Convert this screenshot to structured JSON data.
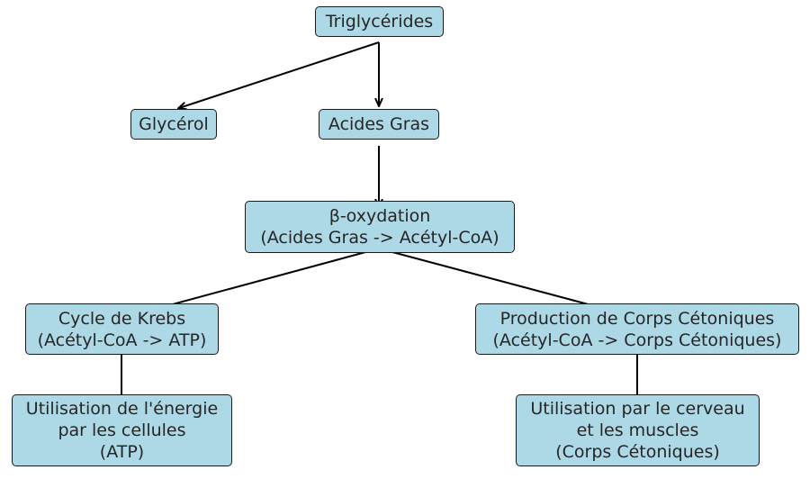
{
  "colors": {
    "node_fill": "#add8e6",
    "node_border": "#1a1a1a",
    "edge": "#000000",
    "text": "#262626"
  },
  "nodes": {
    "triglycerides": {
      "line1": "Triglycérides"
    },
    "glycerol": {
      "line1": "Glycérol"
    },
    "acides_gras": {
      "line1": "Acides Gras"
    },
    "beta_oxydation": {
      "line1": "β-oxydation",
      "line2": "(Acides Gras -> Acétyl-CoA)"
    },
    "cycle_krebs": {
      "line1": "Cycle de Krebs",
      "line2": "(Acétyl-CoA -> ATP)"
    },
    "corps_cetoniques": {
      "line1": "Production de Corps Cétoniques",
      "line2": "(Acétyl-CoA -> Corps Cétoniques)"
    },
    "utilisation_energie": {
      "line1": "Utilisation de l'énergie",
      "line2": "par les cellules",
      "line3": "(ATP)"
    },
    "utilisation_cerveau": {
      "line1": "Utilisation par le cerveau",
      "line2": "et les muscles",
      "line3": "(Corps Cétoniques)"
    }
  },
  "edges": [
    {
      "from": "triglycerides",
      "to": "glycerol"
    },
    {
      "from": "triglycerides",
      "to": "acides_gras"
    },
    {
      "from": "acides_gras",
      "to": "beta_oxydation"
    },
    {
      "from": "beta_oxydation",
      "to": "cycle_krebs"
    },
    {
      "from": "beta_oxydation",
      "to": "corps_cetoniques"
    },
    {
      "from": "cycle_krebs",
      "to": "utilisation_energie"
    },
    {
      "from": "corps_cetoniques",
      "to": "utilisation_cerveau"
    }
  ]
}
